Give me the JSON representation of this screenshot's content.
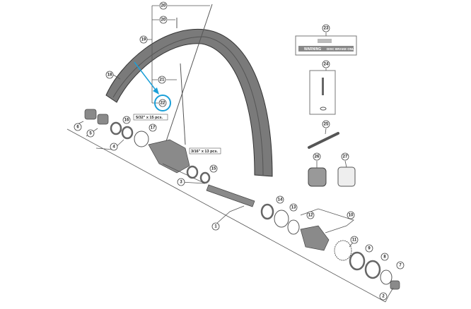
{
  "callouts": [
    "20",
    "20",
    "19",
    "18",
    "21",
    "22",
    "6",
    "5",
    "4",
    "16",
    "17",
    "3",
    "15",
    "1",
    "14",
    "13",
    "12",
    "10",
    "11",
    "9",
    "8",
    "7",
    "2",
    "23",
    "24",
    "25",
    "26",
    "27"
  ],
  "notes": {
    "balls_left": "5/32\" x 15 pcs.",
    "balls_right": "3/16\" x 13 pcs."
  },
  "label_sticker": {
    "warning": "WARNING",
    "disc": "DISC BRAKE ONLY"
  },
  "highlight": {
    "callout": "22",
    "color": "#1a9fd8"
  }
}
